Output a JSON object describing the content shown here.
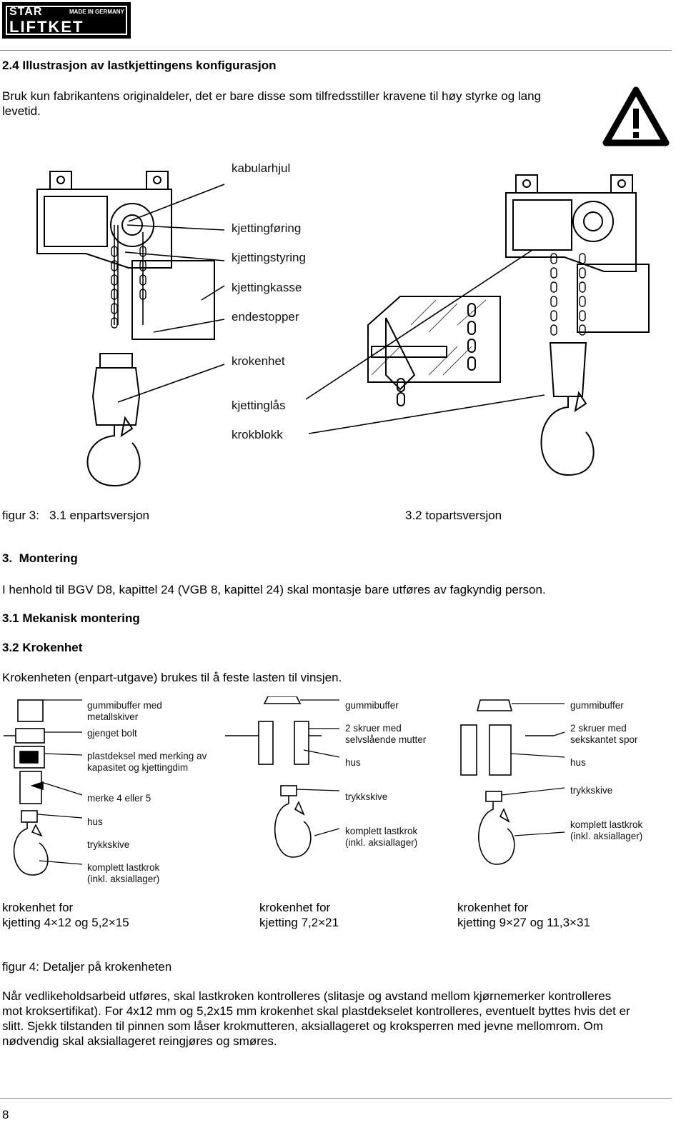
{
  "header": {
    "logo_line1": "STAR",
    "logo_made": "MADE IN GERMANY",
    "logo_line2": "LIFTKET"
  },
  "section_2_4": {
    "title": "2.4 Illustrasjon av lastkjettingens konfigurasjon",
    "text_line1": "Bruk kun fabrikantens originaldeler, det er bare disse som tilfredsstiller kravene til høy styrke og lang",
    "text_line2": "levetid."
  },
  "figure3": {
    "labels": [
      "kabularhjul",
      "kjettingføring",
      "kjettingstyring",
      "kjettingkasse",
      "endestopper",
      "krokenhet",
      "kjettinglås",
      "krokblokk"
    ],
    "caption_left": "figur 3:   3.1 enpartsversjon",
    "caption_right": "3.2 topartsversjon"
  },
  "section_3": {
    "title": "3.  Montering",
    "text": "I henhold til BGV D8, kapittel 24 (VGB 8, kapittel 24) skal montasje bare utføres av fagkyndig person.",
    "sub1": "3.1 Mekanisk montering",
    "sub2": "3.2 Krokenhet",
    "sub2_text": "Krokenheten (enpart-utgave) brukes til å feste lasten til vinsjen."
  },
  "figure4": {
    "col1_labels": [
      "gummibuffer med",
      "metallskiver",
      "gjenget bolt",
      "plastdeksel med merking av",
      "kapasitet og kjettingdim",
      "merke 4 eller 5",
      "hus",
      "trykkskive",
      "komplett lastkrok",
      "(inkl. aksiallager)"
    ],
    "col2_labels": [
      "gummibuffer",
      "2 skruer med",
      "selvslående mutter",
      "hus",
      "trykkskive",
      "komplett lastkrok",
      "(inkl. aksiallager)"
    ],
    "col3_labels": [
      "gummibuffer",
      "2 skruer med",
      "sekskantet spor",
      "hus",
      "trykkskive",
      "komplett lastkrok",
      "(inkl. aksiallager)"
    ],
    "captions": [
      {
        "line1": "krokenhet for",
        "line2": "kjetting 4×12 og 5,2×15"
      },
      {
        "line1": "krokenhet for",
        "line2": "kjetting 7,2×21"
      },
      {
        "line1": "krokenhet for",
        "line2": "kjetting 9×27 og 11,3×31"
      }
    ],
    "figure_caption": "figur 4: Detaljer på krokenheten"
  },
  "maintenance": {
    "line1": "Når vedlikeholdsarbeid utføres, skal lastkroken kontrolleres (slitasje og avstand mellom kjørnemerker kontrolleres",
    "line2": "mot kroksertifikat). For 4x12 mm og 5,2x15 mm krokenhet skal plastdekselet kontrolleres, eventuelt byttes hvis det er",
    "line3": "slitt. Sjekk tilstanden til pinnen som låser krokmutteren, aksiallageret og kroksperren med jevne mellomrom. Om",
    "line4": "nødvendig skal aksiallageret reingjøres og smøres."
  },
  "footer": {
    "page_number": "8"
  }
}
